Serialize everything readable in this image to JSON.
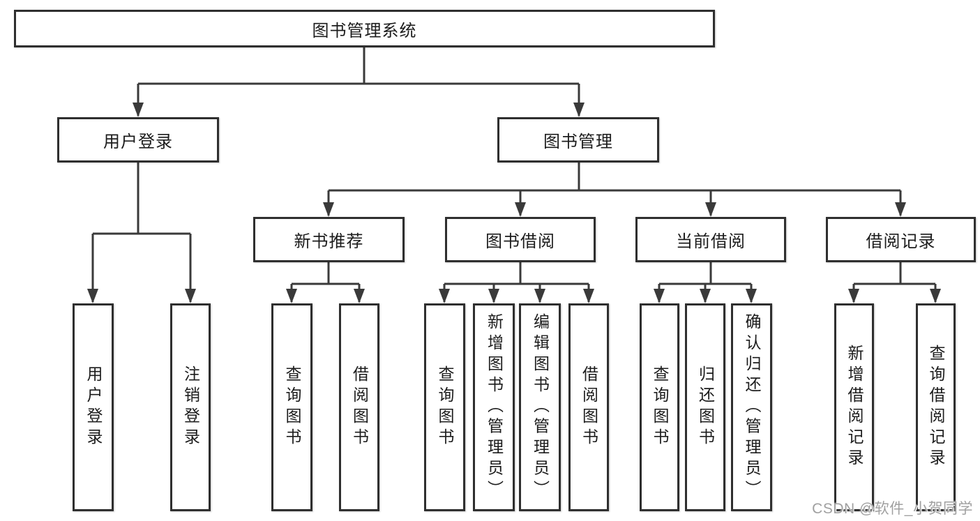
{
  "tree": {
    "root": {
      "label": "图书管理系统",
      "children": [
        {
          "label": "用户登录",
          "children": [
            {
              "label": "用户登录"
            },
            {
              "label": "注销登录"
            }
          ]
        },
        {
          "label": "图书管理",
          "children": [
            {
              "label": "新书推荐",
              "children": [
                {
                  "label": "查询图书"
                },
                {
                  "label": "借阅图书"
                }
              ]
            },
            {
              "label": "图书借阅",
              "children": [
                {
                  "label": "查询图书"
                },
                {
                  "label": "新增图书（管理员）"
                },
                {
                  "label": "编辑图书（管理员）"
                },
                {
                  "label": "借阅图书"
                }
              ]
            },
            {
              "label": "当前借阅",
              "children": [
                {
                  "label": "查询图书"
                },
                {
                  "label": "归还图书"
                },
                {
                  "label": "确认归还（管理员）"
                }
              ]
            },
            {
              "label": "借阅记录",
              "children": [
                {
                  "label": "新增借阅记录"
                },
                {
                  "label": "查询借阅记录"
                }
              ]
            }
          ]
        }
      ]
    }
  },
  "watermark": "CSDN @软件_小贺同学",
  "colors": {
    "line": "#3a3a3a",
    "box_border": "#2f2f2f",
    "text": "#1c1c1c",
    "watermark": "#a0a0a0",
    "background": "#ffffff"
  }
}
